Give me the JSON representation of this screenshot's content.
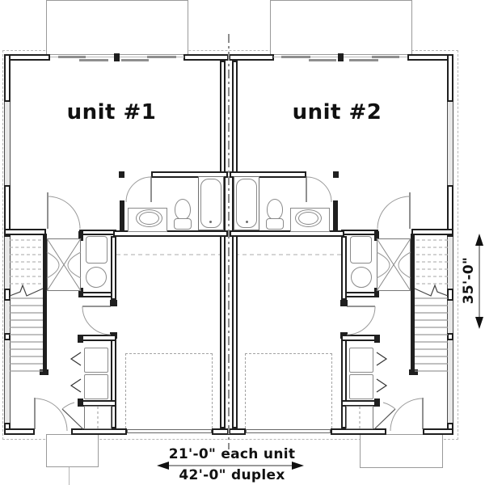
{
  "units": [
    {
      "label": "unit #1"
    },
    {
      "label": "unit #2"
    }
  ],
  "dimensions": {
    "each_unit": "21'-0\" each unit",
    "duplex_total": "42'-0\" duplex",
    "depth": "35'-0\""
  },
  "colors": {
    "wall_line": "#1f1f1f",
    "fixture_line": "#8a8a8a",
    "light_line": "#b7b7b7",
    "text": "#111111"
  }
}
